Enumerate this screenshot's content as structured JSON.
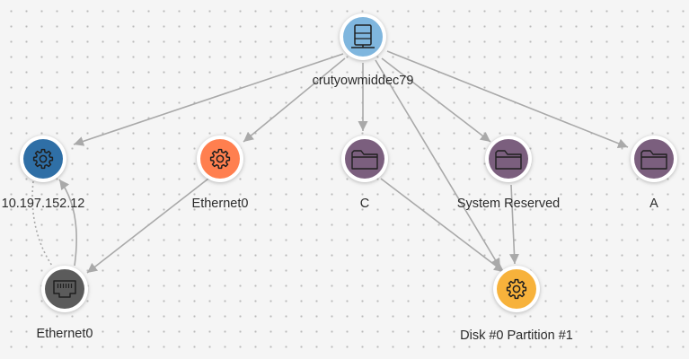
{
  "colors": {
    "host": "#7fb6de",
    "ip": "#2f6fa6",
    "adapter": "#ff7f4f",
    "folder": "#7b5f7e",
    "partition": "#f7b23b",
    "port": "#5b5b5b",
    "edge": "#a9a9a9"
  },
  "nodes": [
    {
      "id": "host",
      "label": "crutyowmiddec79",
      "icon": "server-icon",
      "color": "host"
    },
    {
      "id": "ip",
      "label": "10.197.152.12",
      "icon": "gear-icon",
      "color": "ip"
    },
    {
      "id": "eth-mid",
      "label": "Ethernet0",
      "icon": "gear-icon",
      "color": "adapter"
    },
    {
      "id": "c",
      "label": "C",
      "icon": "folder-icon",
      "color": "folder"
    },
    {
      "id": "sysres",
      "label": "System Reserved",
      "icon": "folder-icon",
      "color": "folder"
    },
    {
      "id": "a",
      "label": "A",
      "icon": "folder-icon",
      "color": "folder"
    },
    {
      "id": "eth-port",
      "label": "Ethernet0",
      "icon": "network-port-icon",
      "color": "port"
    },
    {
      "id": "disk",
      "label": "Disk #0 Partition #1",
      "icon": "gear-icon",
      "color": "partition"
    }
  ],
  "edges": [
    {
      "from": "host",
      "to": "ip",
      "style": "solid"
    },
    {
      "from": "host",
      "to": "eth-mid",
      "style": "solid"
    },
    {
      "from": "host",
      "to": "c",
      "style": "solid"
    },
    {
      "from": "host",
      "to": "sysres",
      "style": "solid"
    },
    {
      "from": "host",
      "to": "a",
      "style": "solid"
    },
    {
      "from": "host",
      "to": "disk",
      "style": "solid"
    },
    {
      "from": "eth-mid",
      "to": "eth-port",
      "style": "solid"
    },
    {
      "from": "eth-port",
      "to": "ip",
      "style": "solid"
    },
    {
      "from": "ip",
      "to": "eth-port",
      "style": "dotted"
    },
    {
      "from": "c",
      "to": "disk",
      "style": "solid"
    },
    {
      "from": "sysres",
      "to": "disk",
      "style": "solid"
    }
  ]
}
